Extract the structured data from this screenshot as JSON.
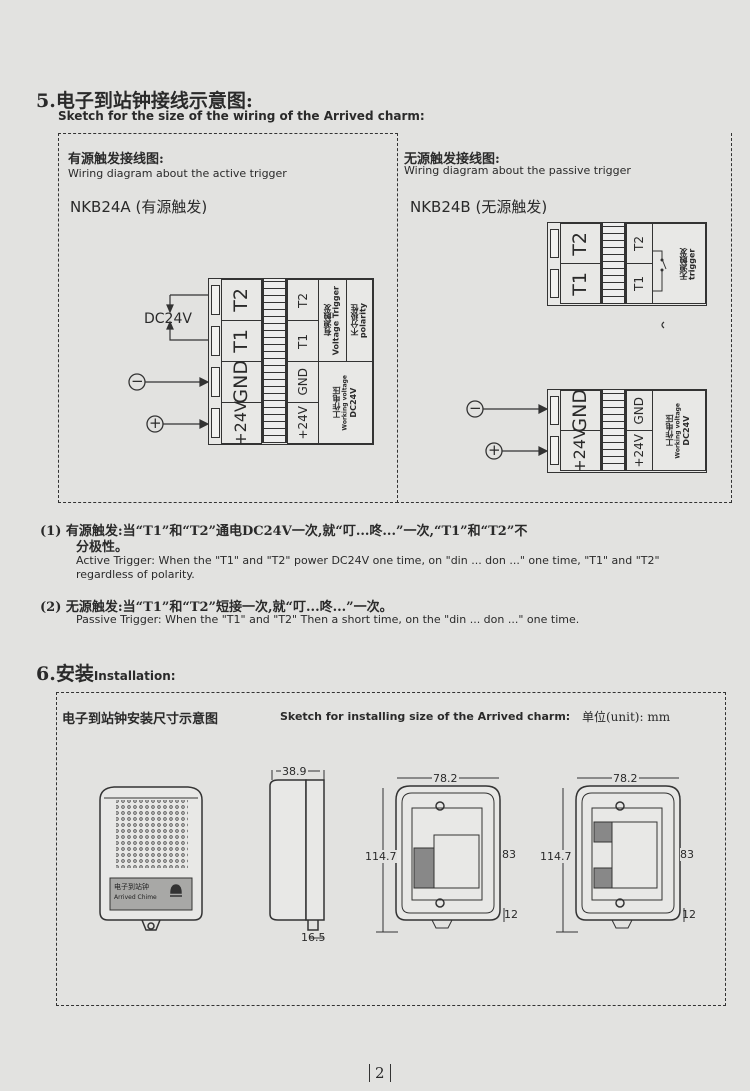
{
  "section5": {
    "title": "5.电子到站钟接线示意图:",
    "subtitle": "Sketch for the size of the wiring of the Arrived charm:"
  },
  "active": {
    "title_cn": "有源触发接线图:",
    "title_en": "Wiring diagram about the active trigger",
    "model": "NKB24A (有源触发)",
    "dc_label": "DC24V",
    "minus": "−",
    "plus": "+",
    "rows": [
      {
        "big": "T2",
        "small": "T2"
      },
      {
        "big": "T1",
        "small": "T1"
      },
      {
        "big": "GND",
        "small": "GND"
      },
      {
        "big": "+24V",
        "small": "+24V"
      }
    ],
    "desc_trigger_cn": "有源触发",
    "desc_trigger_en": "Voltage Trigger",
    "desc_polarity_cn": "不分极性",
    "desc_polarity_en": "polarity",
    "desc_power_cn": "工作电压",
    "desc_power_en": "Working voltage",
    "desc_power_v": "DC24V"
  },
  "passive": {
    "title_cn": "无源触发接线图:",
    "title_en": "Wiring diagram about the passive trigger",
    "model": "NKB24B (无源触发)",
    "minus": "−",
    "plus": "+",
    "trigger_rows": [
      {
        "big": "T2",
        "small": "T2"
      },
      {
        "big": "T1",
        "small": "T1"
      }
    ],
    "power_rows": [
      {
        "big": "GND",
        "small": "GND"
      },
      {
        "big": "+24V",
        "small": "+24V"
      }
    ],
    "desc_trigger_cn": "无源触发",
    "desc_trigger_en": "trigger",
    "desc_power_cn": "工作电压",
    "desc_power_en": "Working voltage",
    "desc_power_v": "DC24V"
  },
  "notes": [
    {
      "cn": "(1) 有源触发:当“T1”和“T2”通电DC24V一次,就“叮...咚...”一次,“T1”和“T2”不",
      "cn2": "分极性。",
      "en": "Active Trigger: When the \"T1\" and \"T2\" power DC24V  one time, on  \"din ... don ...\" one time, \"T1\" and \"T2\"",
      "en2": "regardless of polarity."
    },
    {
      "cn": "(2) 无源触发:当“T1”和“T2”短接一次,就“叮...咚...”一次。",
      "en": "Passive Trigger: When the \"T1\" and \"T2\" Then a short time, on the \"din ... don ...\" one time."
    }
  ],
  "section6": {
    "title": "6.安装",
    "title_en": "Installation:",
    "sketch_cn": "电子到站钟安装尺寸示意图",
    "sketch_en": "Sketch for installing size of the Arrived charm:",
    "unit": "单位(unit): mm",
    "label_cn": "电子到站钟",
    "label_en": "Arrived Chime",
    "dims": {
      "depth": "38.9",
      "base": "16.5",
      "width1": "78.2",
      "height1": "114.7",
      "inner1": "83",
      "bottom1": "12",
      "width2": "78.2",
      "height2": "114.7",
      "inner2": "83",
      "bottom2": "12"
    }
  },
  "page_number": "2"
}
